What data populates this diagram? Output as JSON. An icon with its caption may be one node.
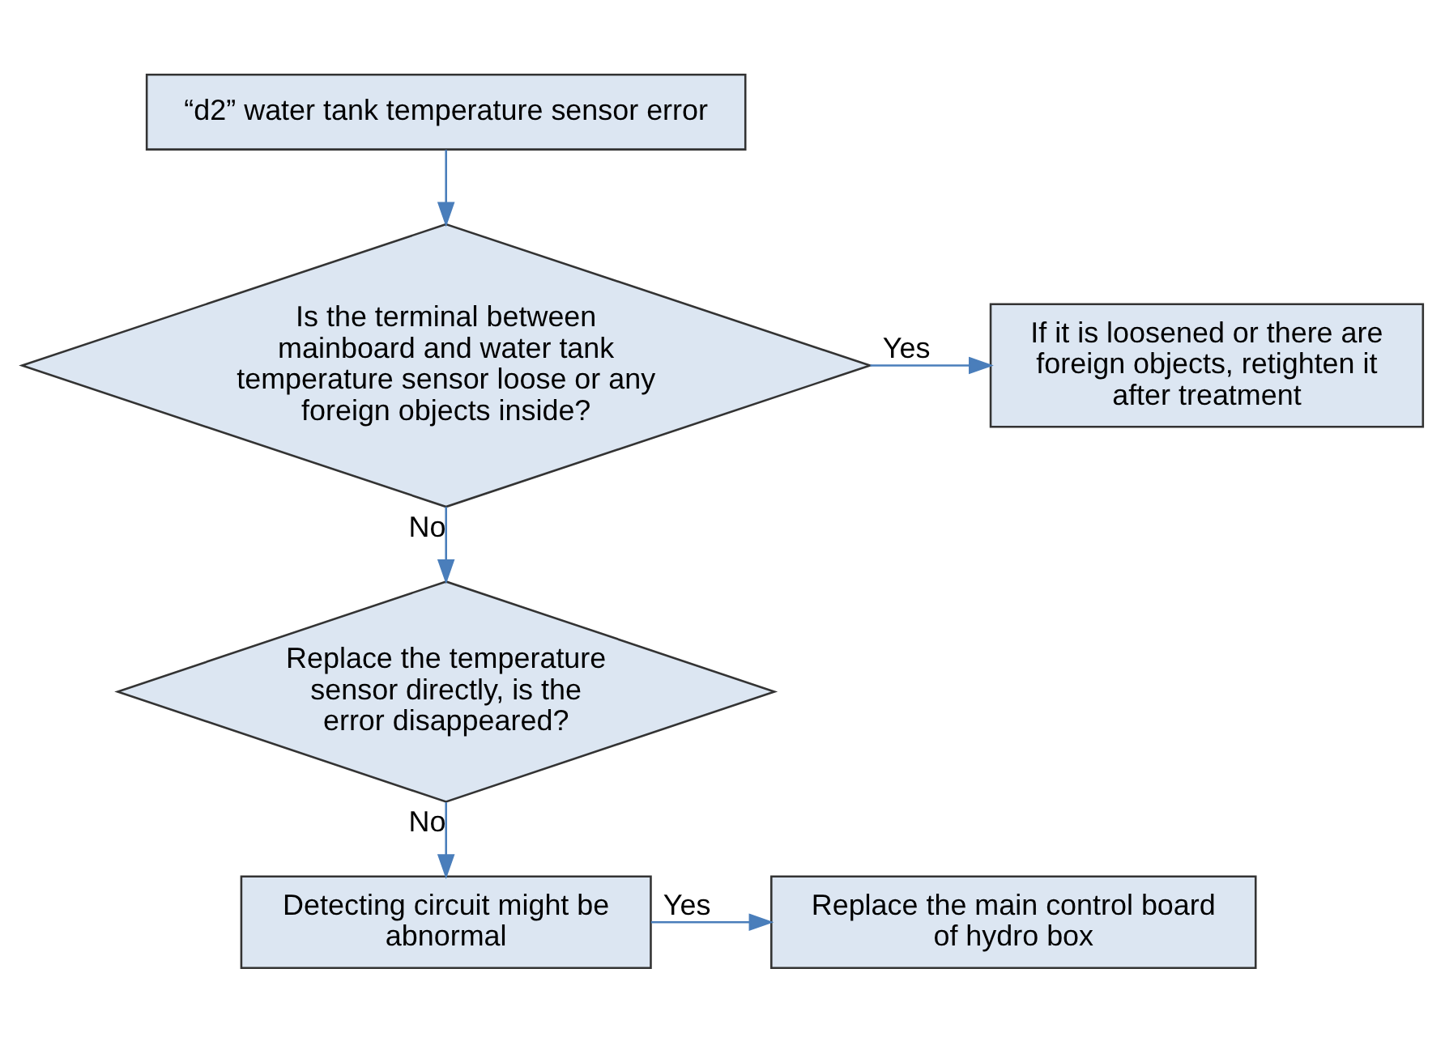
{
  "diagram": {
    "nodes": [
      {
        "text": [
          "“d2” water tank temperature sensor error"
        ]
      },
      {
        "text": [
          "Is the terminal between mainboard and water tank temperature sensor loose or any foreign objects inside?"
        ]
      },
      {
        "text": [
          "If it is loosened or there are foreign objects, retighten it after treatment"
        ]
      },
      {
        "text": [
          "Replace the temperature sensor directly, is the error disappeared?"
        ]
      },
      {
        "text": [
          "Detecting circuit might be abnormal"
        ]
      },
      {
        "text": [
          "Replace the main control board of hydro box"
        ]
      }
    ],
    "edges": [
      {
        "from": 0,
        "to": 1,
        "arrow": "to"
      },
      {
        "from": 1,
        "to": 2,
        "arrow": "to",
        "label": "Yes"
      },
      {
        "from": 1,
        "to": 3,
        "arrow": "to",
        "label": "No"
      },
      {
        "from": 3,
        "to": 4,
        "arrow": "to",
        "label": "No"
      },
      {
        "from": 4,
        "to": 5,
        "arrow": "to",
        "label": "Yes"
      }
    ]
  }
}
